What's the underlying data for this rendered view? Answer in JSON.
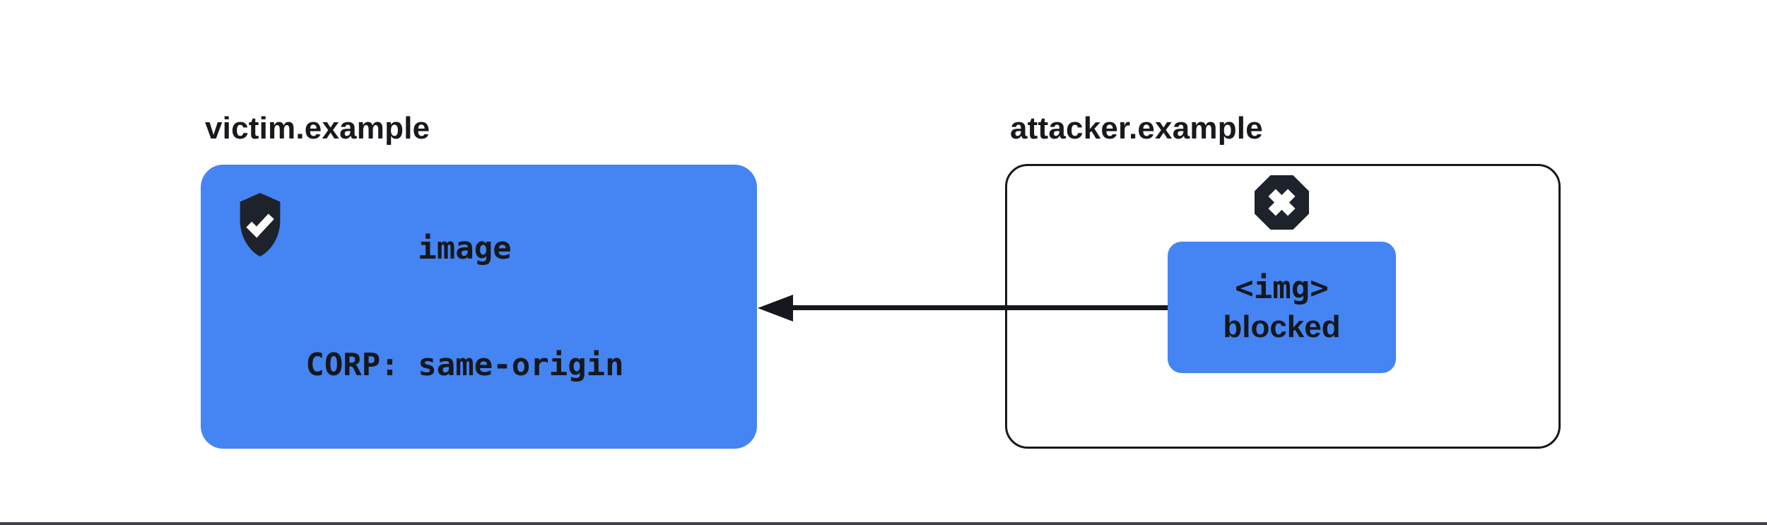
{
  "page": {
    "background": "#ffffff",
    "bottom_rule_color": "#404246"
  },
  "victim": {
    "label": "victim.example",
    "icon": "shield-check-icon",
    "box": {
      "fill": "#4584f3",
      "line1": "image",
      "line2": "CORP: same-origin"
    }
  },
  "attacker": {
    "label": "attacker.example",
    "icon": "blocked-x-octagon-icon",
    "box": {
      "fill": "#4584f3",
      "line1": "<img>",
      "line2": "blocked"
    }
  },
  "arrow": {
    "direction": "right-to-left",
    "color": "#15181c"
  },
  "colors": {
    "blue": "#4584f3",
    "dark": "#15181c",
    "icon_dark": "#1e222a"
  }
}
